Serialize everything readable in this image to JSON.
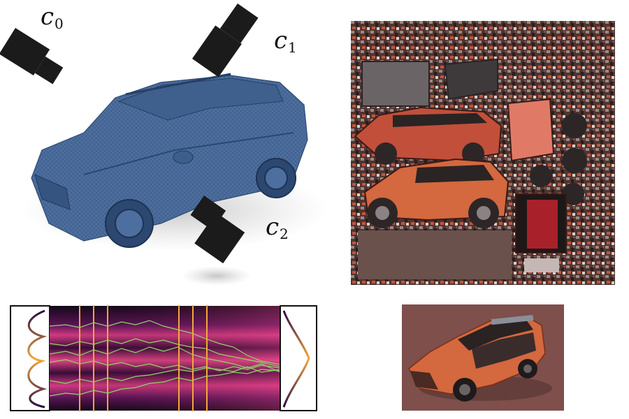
{
  "cameras": [
    {
      "symbol": "c",
      "index": "0"
    },
    {
      "symbol": "c",
      "index": "1"
    },
    {
      "symbol": "c",
      "index": "2"
    }
  ],
  "colors": {
    "mesh_blue": "#4d6f9f",
    "mesh_blue_dark": "#2f4c74",
    "camera_black": "#1b1b1b",
    "atlas_bg": "#5a3b37",
    "car_orange": "#d4683e",
    "render_bg": "#7e4f4b",
    "diffusion_bg": "#1a0a22",
    "diffusion_band": "#e0408a",
    "trajectory_green": "#8fd36b",
    "timestep_line": "#f3a73b"
  },
  "icons": {
    "camera": "camera-icon",
    "mesh": "car-mesh",
    "atlas": "texture-atlas",
    "render": "rendered-car"
  }
}
